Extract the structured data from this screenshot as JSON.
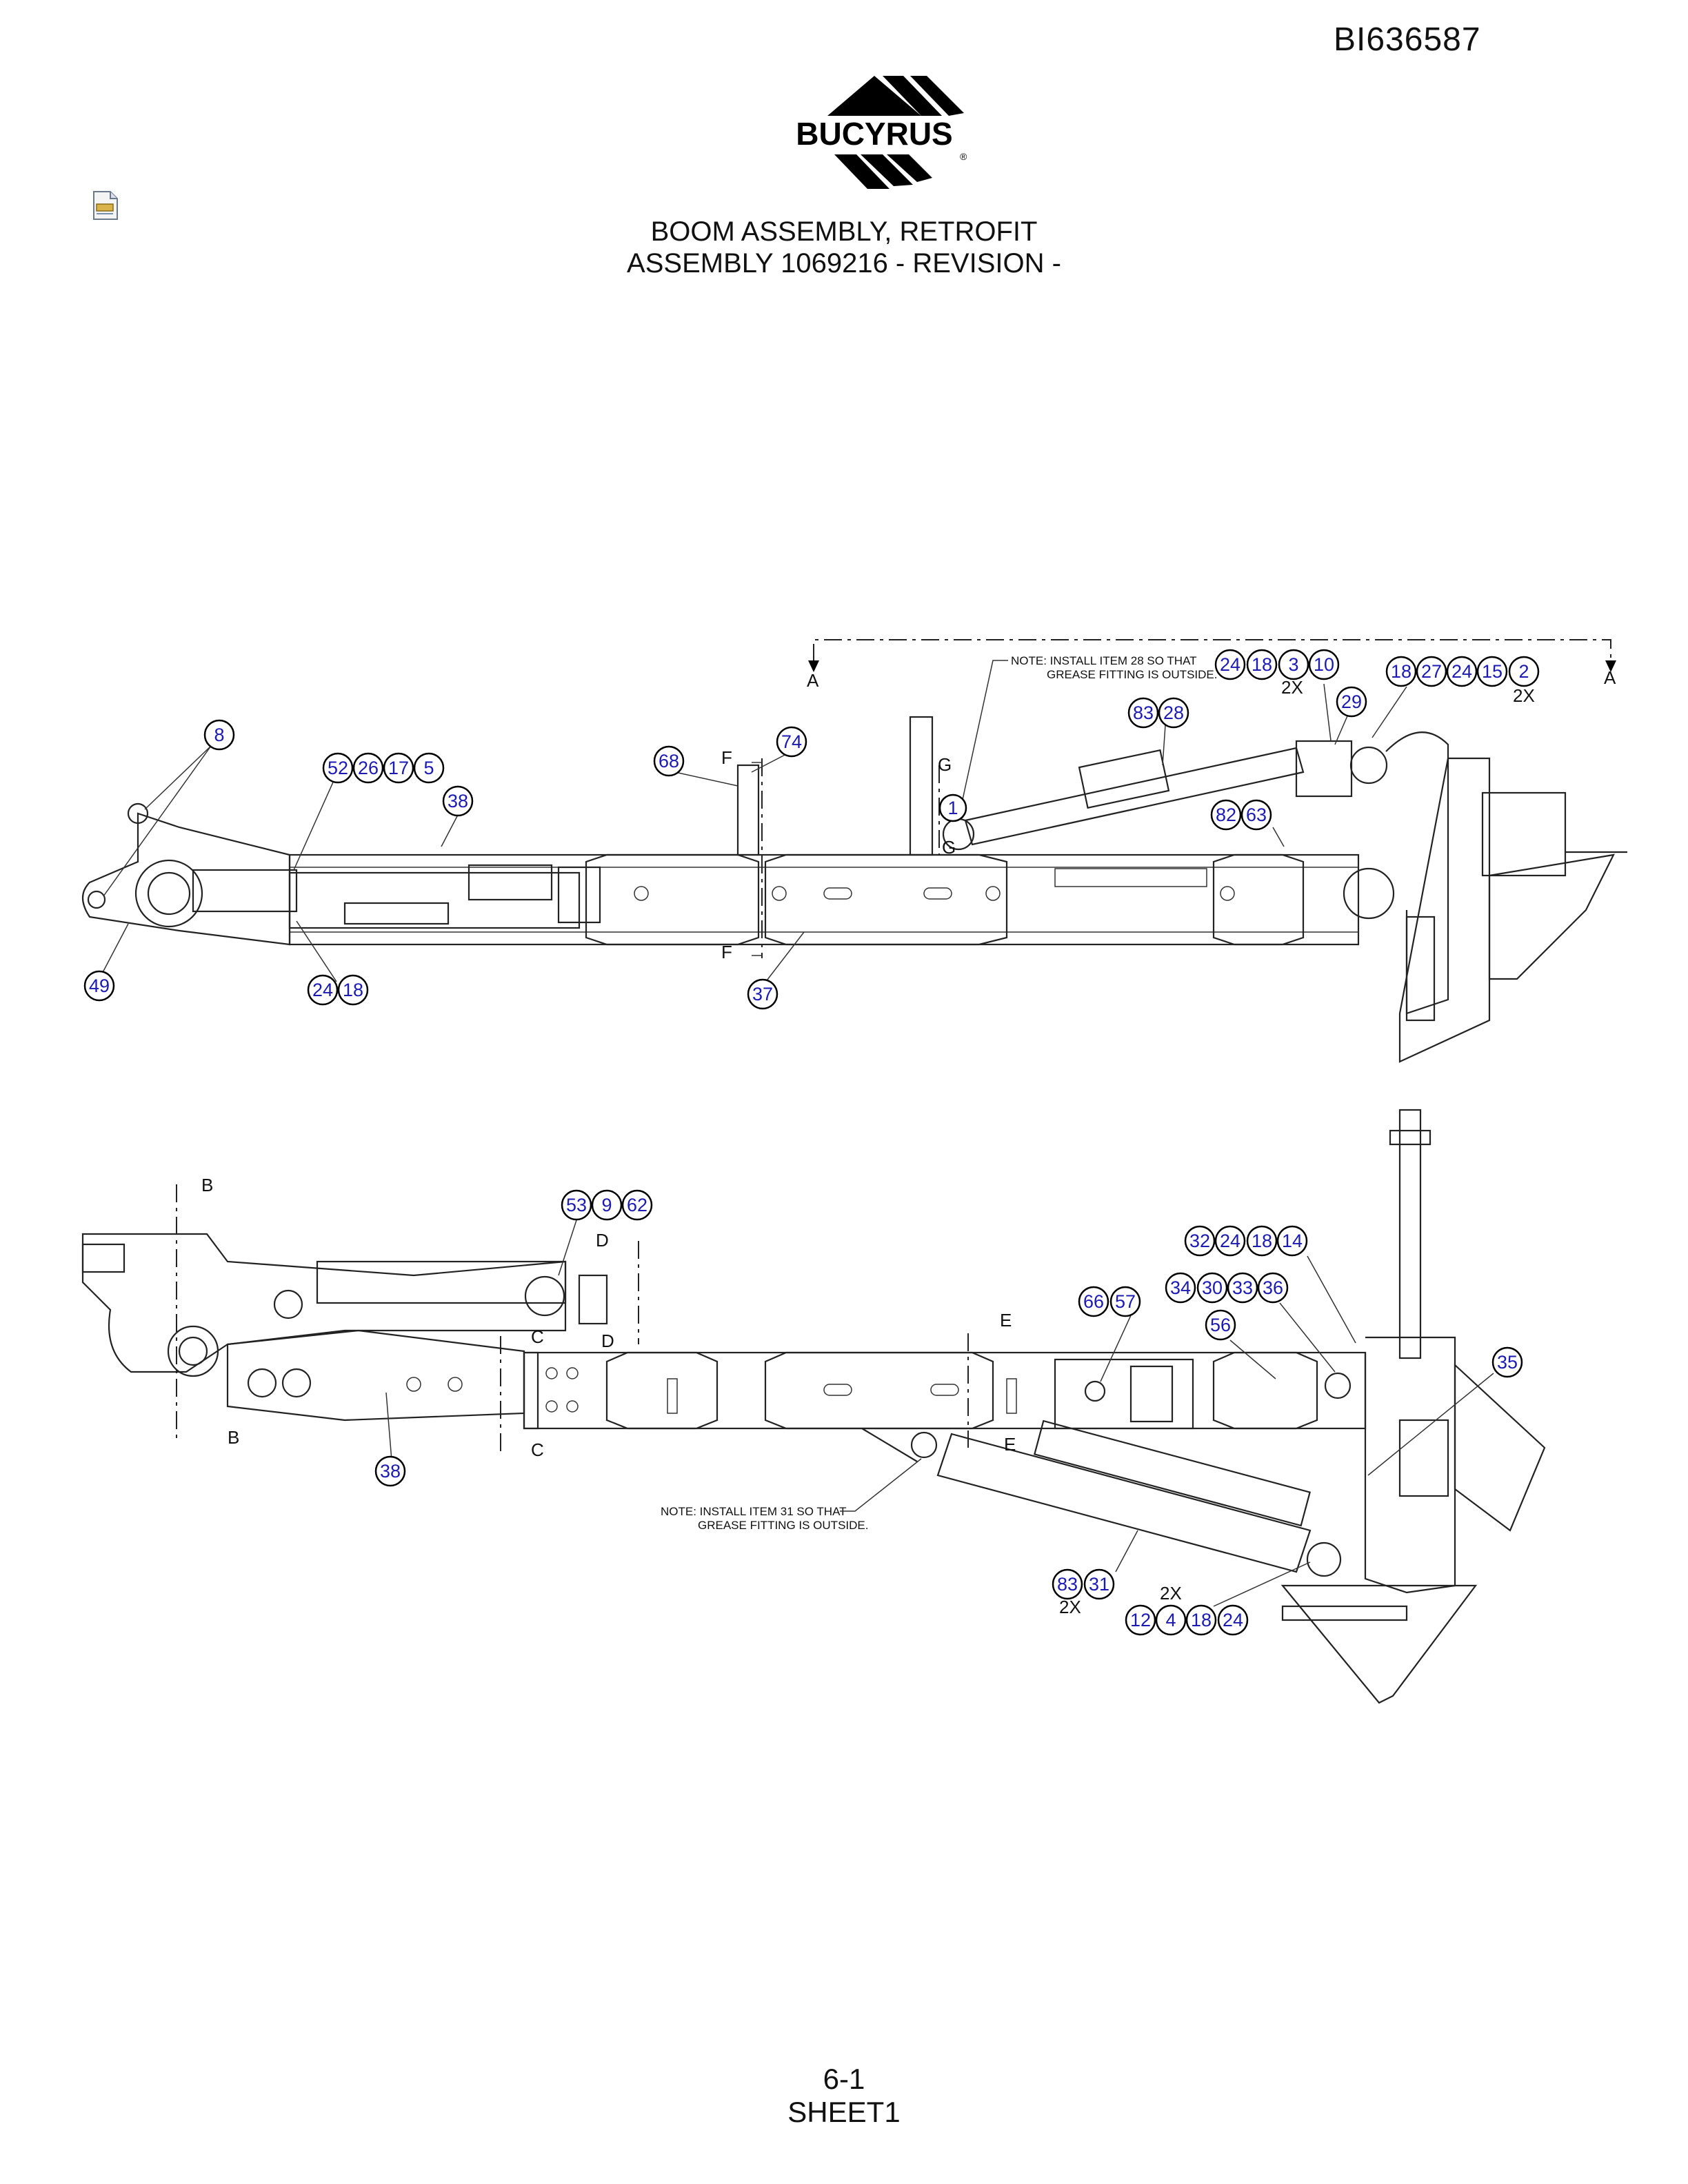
{
  "doc_id": "BI636587",
  "logo": {
    "brand": "BUCYRUS",
    "reg": "®"
  },
  "icons": {
    "file": "document-attachment-icon"
  },
  "title": {
    "line1": "BOOM ASSEMBLY, RETROFIT",
    "line2": "ASSEMBLY 1069216 - REVISION -"
  },
  "top_view": {
    "notes": [
      "NOTE: INSTALL ITEM 28 SO THAT",
      "GREASE FITTING IS OUTSIDE."
    ],
    "section_labels": [
      "A",
      "A",
      "F",
      "F",
      "G",
      "G"
    ],
    "qty_labels": [
      "2X",
      "2X"
    ],
    "callouts": [
      "8",
      "52",
      "26",
      "17",
      "5",
      "38",
      "68",
      "74",
      "1",
      "83",
      "28",
      "24",
      "18",
      "3",
      "10",
      "29",
      "18",
      "27",
      "24",
      "15",
      "2",
      "82",
      "63",
      "49",
      "24",
      "18",
      "37"
    ]
  },
  "side_view": {
    "notes": [
      "NOTE: INSTALL ITEM 31 SO THAT",
      "GREASE FITTING IS OUTSIDE."
    ],
    "section_labels": [
      "B",
      "B",
      "C",
      "C",
      "D",
      "D",
      "E",
      "E"
    ],
    "qty_labels": [
      "2X",
      "2X"
    ],
    "callouts": [
      "53",
      "9",
      "62",
      "32",
      "24",
      "18",
      "14",
      "34",
      "30",
      "33",
      "36",
      "66",
      "57",
      "56",
      "35",
      "38",
      "83",
      "31",
      "12",
      "4",
      "18",
      "24"
    ]
  },
  "footer": {
    "page": "6-1",
    "sheet": "SHEET1"
  }
}
